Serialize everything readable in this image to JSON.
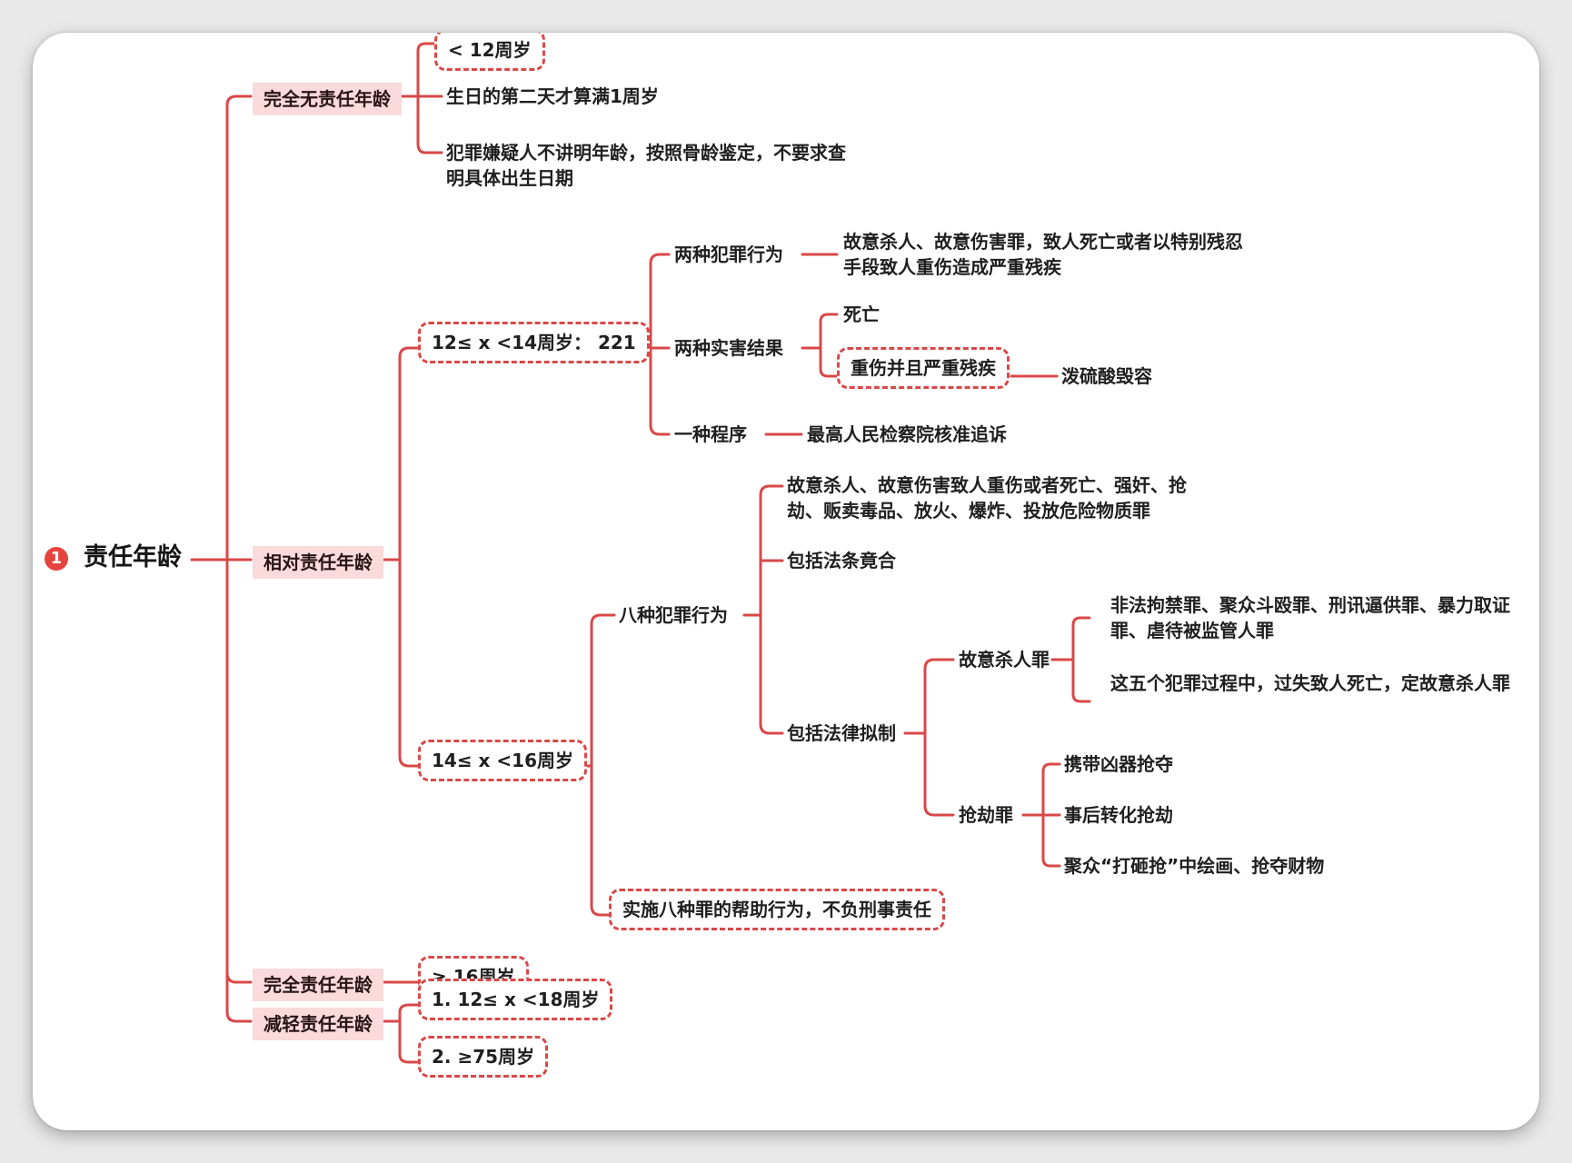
{
  "root": {
    "badge": "1",
    "label": "责任年龄"
  },
  "branch_a": {
    "label": "完全无责任年龄",
    "age_box": "< 12周岁",
    "note1": "生日的第二天才算满1周岁",
    "note2": "犯罪嫌疑人不讲明年龄，按照骨龄鉴定，不要求查明具体出生日期"
  },
  "branch_b": {
    "label": "相对责任年龄",
    "sub1": {
      "box": "12≤ x <14周岁： 221",
      "two_acts": "两种犯罪行为",
      "two_acts_detail": "故意杀人、故意伤害罪，致人死亡或者以特别残忍手段致人重伤造成严重残疾",
      "two_results": "两种实害结果",
      "death": "死亡",
      "injury_box": "重伤并且严重残疾",
      "acid": "泼硫酸毁容",
      "procedure": "一种程序",
      "procedure_detail": "最高人民检察院核准追诉"
    },
    "sub2": {
      "box": "14≤ x <16周岁",
      "eight": "八种犯罪行为",
      "eight_detail": "故意杀人、故意伤害致人重伤或者死亡、强奸、抢劫、贩卖毒品、放火、爆炸、投放危险物质罪",
      "concurrence": "包括法条竟合",
      "fiction": "包括法律拟制",
      "murder": "故意杀人罪",
      "murder_1": "非法拘禁罪、聚众斗殴罪、刑讯逼供罪、暴力取证罪、虐待被监管人罪",
      "murder_2": "这五个犯罪过程中，过失致人死亡，定故意杀人罪",
      "robbery": "抢劫罪",
      "robbery_1": "携带凶器抢夺",
      "robbery_2": "事后转化抢劫",
      "robbery_3": "聚众“打砸抢”中绘画、抢夺财物",
      "helper_box": "实施八种罪的帮助行为，不负刑事责任"
    }
  },
  "branch_c": {
    "label": "完全责任年龄",
    "box": "≥ 16周岁"
  },
  "branch_d": {
    "label": "减轻责任年龄",
    "box1": "1. 12≤ x <18周岁",
    "box2": "2. ≥75周岁"
  },
  "colors": {
    "line": "#d94848",
    "pill": "#fadada",
    "badge": "#e5443e"
  }
}
